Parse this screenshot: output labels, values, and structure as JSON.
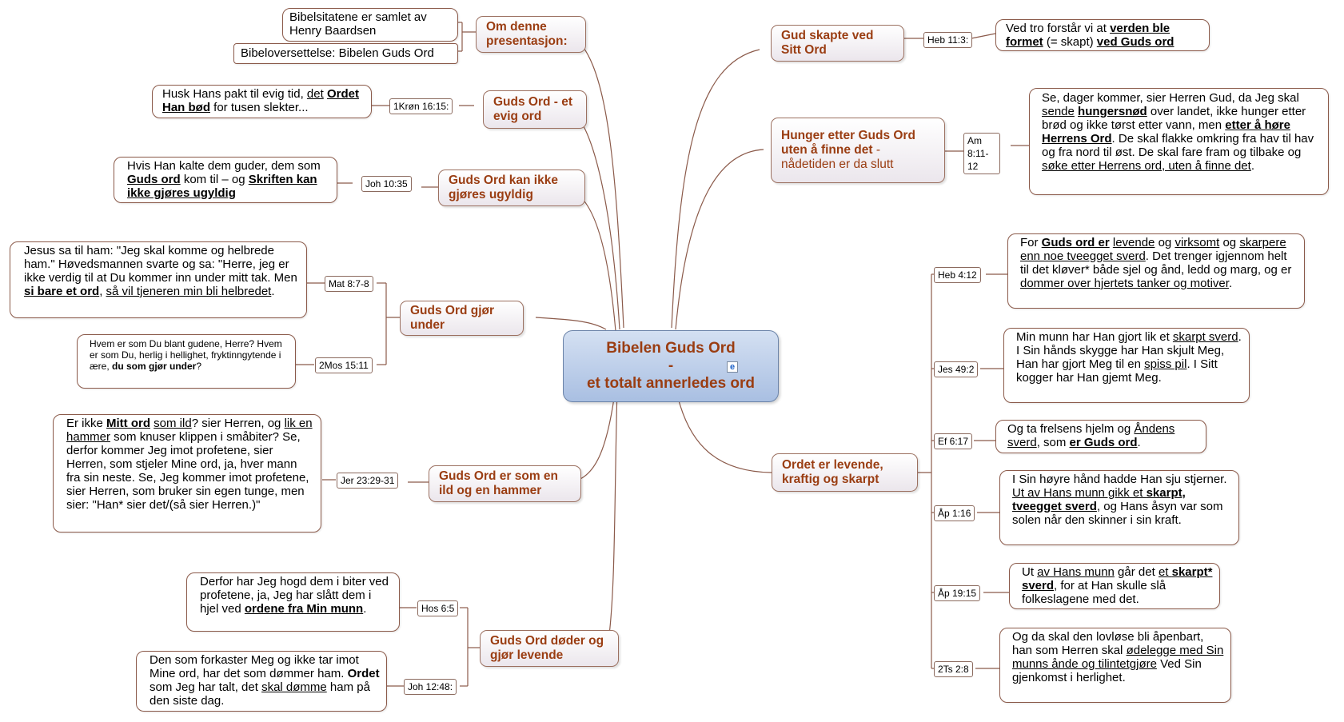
{
  "central": {
    "line1": "Bibelen Guds Ord",
    "line2": "-",
    "line3": "et totalt annerledes ord"
  },
  "left": {
    "about": {
      "topic": "Om denne presentasjon:",
      "note1": "Bibelsitatene er samlet av Henry Baardsen",
      "note2": "Bibeloversettelse: Bibelen Guds Ord"
    },
    "eternal": {
      "topic": "Guds Ord - et evig ord",
      "ref": "1Krøn 16:15:",
      "note": [
        "Husk Hans pakt til evig tid, ",
        "det",
        " ",
        "Ordet Han bød",
        " for tusen slekter..."
      ]
    },
    "unbreakable": {
      "topic": "Guds Ord kan ikke gjøres ugyldig",
      "ref": "Joh 10:35",
      "note": [
        "Hvis Han kalte dem guder, dem som ",
        "Guds ord",
        " kom til – og ",
        "Skriften kan ikke gjøres ugyldig"
      ]
    },
    "miracles": {
      "topic": "Guds Ord gjør under",
      "ref1": "Mat 8:7-8",
      "note1": [
        "Jesus sa til ham: \"Jeg skal komme og helbrede ham.\" Høvedsmannen svarte og sa: \"Herre, jeg er ikke verdig til at Du kommer inn under mitt tak. Men ",
        "si bare et ord",
        ", ",
        "så vil tjeneren min bli helbredet",
        "."
      ],
      "ref2": "2Mos 15:11",
      "note2": [
        "Hvem er som Du blant gudene, Herre? Hvem er som Du, herlig i hellighet, fryktinngytende i ære, ",
        "du som gjør under",
        "?"
      ]
    },
    "fire": {
      "topic": "Guds Ord er som en ild og en hammer",
      "ref": "Jer 23:29-31",
      "note": [
        "Er ikke ",
        "Mitt ord",
        " ",
        "som ild",
        "? sier Herren, og ",
        "lik en hammer",
        " som knuser klippen i småbiter? Se, derfor kommer Jeg imot profetene, sier Herren, som stjeler Mine ord, ja, hver mann fra sin neste. Se, Jeg kommer imot profetene, sier Herren, som bruker sin egen tunge, men sier: \"Han* sier det/(så sier Herren.)\""
      ]
    },
    "killsLives": {
      "topic": "Guds Ord døder og gjør levende",
      "ref1": "Hos 6:5",
      "note1": [
        "Derfor har Jeg hogd dem i biter ved profetene, ja, Jeg har slått dem i hjel ved ",
        "ordene fra Min munn",
        "."
      ],
      "ref2": "Joh 12:48:",
      "note2": [
        "Den som forkaster Meg og ikke tar imot Mine ord, har det som dømmer ham. ",
        "Ordet",
        " som Jeg har talt, det ",
        "skal dømme",
        " ham på den siste dag."
      ]
    }
  },
  "right": {
    "creation": {
      "topic": "Gud skapte  ved Sitt Ord",
      "ref": "Heb 11:3:",
      "note": [
        "Ved tro forstår vi at ",
        "verden ble formet",
        " (= skapt) ",
        "ved Guds ord"
      ]
    },
    "hunger": {
      "topic": "Hunger etter Guds Ord uten å finne det",
      "topicSuffix": " - nådetiden er da slutt",
      "ref": "Am 8:11-12",
      "note": [
        "Se, dager kommer, sier Herren Gud, da Jeg skal ",
        "sende",
        " ",
        "hungersnød",
        " over landet, ikke hunger etter brød og ikke tørst etter vann, men ",
        "etter å høre Herrens Ord",
        ". De skal flakke omkring fra hav til hav og fra nord til øst. De skal fare fram og tilbake og ",
        "søke etter Herrens ord, uten å finne det",
        "."
      ]
    },
    "living": {
      "topic": "Ordet er levende, kraftig og skarpt",
      "items": [
        {
          "ref": "Heb 4:12",
          "note": [
            "For ",
            "Guds ord er",
            " ",
            "levende",
            " og ",
            "virksomt",
            " og ",
            "skarpere enn noe tveegget sverd",
            ". Det trenger igjennom helt til det kløver* både sjel og ånd, ledd og marg, og er ",
            "dommer over hjertets tanker og motiver",
            "."
          ]
        },
        {
          "ref": "Jes 49:2",
          "note": [
            "Min munn har Han gjort lik et ",
            "skarpt sverd",
            ". I Sin hånds skygge har Han skjult Meg, Han har gjort Meg til en ",
            "spiss pil",
            ". I Sitt kogger har Han gjemt Meg."
          ]
        },
        {
          "ref": "Ef 6:17",
          "note": [
            "Og ta frelsens hjelm og ",
            "Åndens sverd",
            ", som ",
            "er Guds ord",
            "."
          ]
        },
        {
          "ref": "Åp 1:16",
          "note": [
            "I Sin høyre hånd hadde Han sju stjerner. ",
            "Ut av Hans munn gikk et ",
            "skarpt, tveegget sverd",
            ", og Hans åsyn var som solen når den skinner i sin kraft."
          ]
        },
        {
          "ref": "Åp 19:15",
          "note": [
            "Ut ",
            "av Hans munn",
            " går det ",
            "et ",
            "skarpt* sverd",
            ", for at Han skulle slå folkeslagene med det."
          ]
        },
        {
          "ref": "2Ts 2:8",
          "note": [
            "Og da skal den lovløse bli åpenbart, han som Herren skal ",
            "ødelegge med Sin munns ånde og tilintetgjøre",
            " Ved Sin gjenkomst i herlighet."
          ]
        }
      ]
    }
  },
  "colors": {
    "connector": "#8b5a4a",
    "topicText": "#9a3d12",
    "centralFill": "#b8cbe8"
  },
  "icons": {
    "link": "internet-explorer-icon"
  }
}
